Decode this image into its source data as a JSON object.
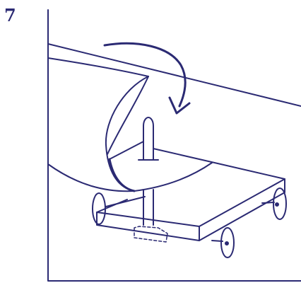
{
  "step": {
    "number": "7"
  },
  "illustration": {
    "stroke_color": "#2b2a73",
    "background": "#ffffff",
    "parts": [
      "instruction-panel-frame",
      "paper-sail",
      "curved-fold-arrow-icon",
      "dowel-mast",
      "cart-platform",
      "cart-wheels",
      "dowel-socket"
    ]
  }
}
